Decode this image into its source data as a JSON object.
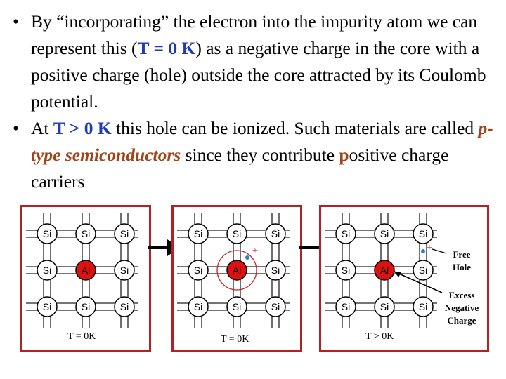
{
  "bullets": [
    {
      "p1": "By “incorporating” the electron into the impurity atom we can represent this (",
      "em": "T = 0 K",
      "p2": ") as a negative charge in the core with a positive charge (hole) outside the core attracted by its Coulomb potential."
    },
    {
      "p1": "At ",
      "em": "T > 0 K",
      "p2": " this hole can be ionized. Such materials are called ",
      "em2": "p-type semiconductors",
      "p3": " since they contribute ",
      "em3": "p",
      "p4": "ositive charge carriers"
    }
  ],
  "bullet_char": "•",
  "colors": {
    "highlight_blue": "#1f3bb3",
    "highlight_brown": "#a0441a",
    "panel_border": "#b22222",
    "impurity": "#dd1111"
  },
  "panels": [
    {
      "caption": "T = 0K",
      "grid": [
        [
          "Si",
          "Si",
          "Si"
        ],
        [
          "Si",
          "Al",
          "Si"
        ],
        [
          "Si",
          "Si",
          "Si"
        ]
      ],
      "hole_symbol": ""
    },
    {
      "caption": "T = 0K",
      "grid": [
        [
          "Si",
          "Si",
          "Si"
        ],
        [
          "Si",
          "Al",
          "Si"
        ],
        [
          "Si",
          "Si",
          "Si"
        ]
      ],
      "hole_symbol": "+"
    },
    {
      "caption": "T > 0K",
      "grid": [
        [
          "Si",
          "Si",
          "Si"
        ],
        [
          "Si",
          "Al",
          "Si"
        ],
        [
          "Si",
          "Si",
          "Si"
        ]
      ],
      "hole_symbol": "+",
      "label_free_hole": "Free Hole",
      "label_excess": "Excess Negative Charge"
    }
  ]
}
